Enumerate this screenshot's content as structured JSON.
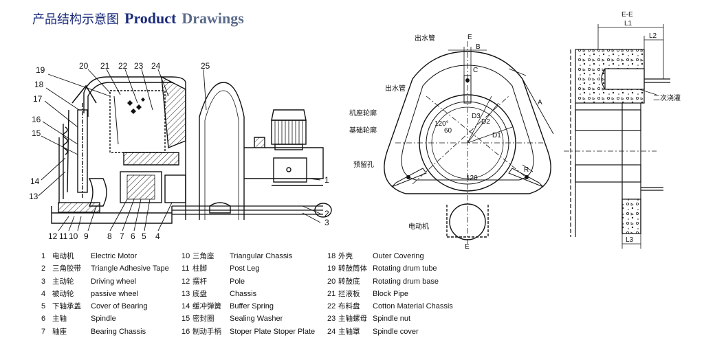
{
  "title": {
    "cn": "产品结构示意图",
    "en_part1": "Product",
    "en_part2": "Drawings"
  },
  "left_callouts": [
    "19",
    "18",
    "17",
    "16",
    "15",
    "14",
    "13"
  ],
  "top_callouts": [
    "20",
    "21",
    "22",
    "23",
    "24",
    "25"
  ],
  "bottom_callouts": [
    "12",
    "11",
    "10",
    "9",
    "8",
    "7",
    "6",
    "5",
    "4"
  ],
  "right_callouts": [
    "1",
    "2",
    "3"
  ],
  "mid_labels": {
    "outlet_pipe_top": "出水管",
    "outlet_pipe": "出水管",
    "base_outline": "机座轮廓",
    "foundation_outline": "基础轮廓",
    "reserved_hole": "预留孔",
    "motor": "电动机",
    "dim_e_top": "E",
    "dim_e_bottom": "E",
    "dim_b": "B",
    "dim_c": "C",
    "dim_a": "A",
    "dim_r": "R",
    "dim_d1": "D1",
    "dim_d2": "D2",
    "dim_d3": "D3",
    "angle_120_a": "120°",
    "angle_60": "60",
    "angle_120_b": "120"
  },
  "section_labels": {
    "section": "E-E",
    "l1": "L1",
    "l2": "L2",
    "l3": "L3",
    "secondary_grouting": "二次浇灌"
  },
  "legend": {
    "col1": [
      {
        "num": "1",
        "cn": "电动机",
        "en": "Electric Motor"
      },
      {
        "num": "2",
        "cn": "三角胶带",
        "en": "Triangle Adhesive Tape"
      },
      {
        "num": "3",
        "cn": "主动轮",
        "en": "Driving wheel"
      },
      {
        "num": "4",
        "cn": "被动轮",
        "en": "passive wheel"
      },
      {
        "num": "5",
        "cn": "下轴承盖",
        "en": "Cover of Bearing"
      },
      {
        "num": "6",
        "cn": "主轴",
        "en": "Spindle"
      },
      {
        "num": "7",
        "cn": "轴座",
        "en": "Bearing Chassis"
      }
    ],
    "col2": [
      {
        "num": "10",
        "cn": "三角座",
        "en": "Triangular Chassis"
      },
      {
        "num": "11",
        "cn": "柱脚",
        "en": "Post Leg"
      },
      {
        "num": "12",
        "cn": "摆杆",
        "en": "Pole"
      },
      {
        "num": "13",
        "cn": "底盘",
        "en": "Chassis"
      },
      {
        "num": "14",
        "cn": "缓冲弹簧",
        "en": "Buffer Spring"
      },
      {
        "num": "15",
        "cn": "密封圈",
        "en": "Sealing Washer"
      },
      {
        "num": "16",
        "cn": "制动手柄",
        "en": "Stoper Plate Stoper Plate"
      }
    ],
    "col3": [
      {
        "num": "18",
        "cn": "外壳",
        "en": "Outer Covering"
      },
      {
        "num": "19",
        "cn": "转鼓筒体",
        "en": "Rotating drum tube"
      },
      {
        "num": "20",
        "cn": "转鼓底",
        "en": "Rotating drum base"
      },
      {
        "num": "21",
        "cn": "拦液板",
        "en": "Block Pipe"
      },
      {
        "num": "22",
        "cn": "布料盘",
        "en": "Cotton Material Chassis"
      },
      {
        "num": "23",
        "cn": "主轴螺母",
        "en": "Spindle nut"
      },
      {
        "num": "24",
        "cn": "主轴罩",
        "en": "Spindle cover"
      }
    ]
  }
}
